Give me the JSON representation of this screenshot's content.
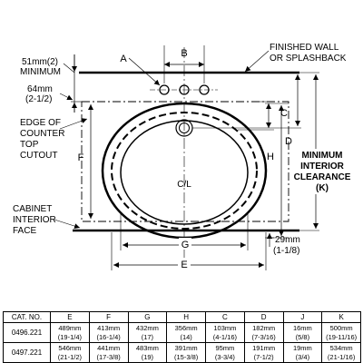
{
  "labels": {
    "a": "A",
    "b": "B",
    "c": "C",
    "d": "D",
    "e": "E",
    "f": "F",
    "g": "G",
    "h": "H",
    "k": "(K)",
    "cl": "C/L",
    "min_setback_1": "51mm(2)",
    "min_setback_2": "MINIMUM",
    "edge_offset_1": "64mm",
    "edge_offset_2": "(2-1/2)",
    "finished_wall_1": "FINISHED WALL",
    "finished_wall_2": "OR SPLASHBACK",
    "edge_cutout_1": "EDGE OF",
    "edge_cutout_2": "COUNTER",
    "edge_cutout_3": "TOP",
    "edge_cutout_4": "CUTOUT",
    "min_clearance_1": "MINIMUM",
    "min_clearance_2": "INTERIOR",
    "min_clearance_3": "CLEARANCE",
    "cabinet_face_1": "CABINET",
    "cabinet_face_2": "INTERIOR",
    "cabinet_face_3": "FACE",
    "cabinet_offset_1": "29mm",
    "cabinet_offset_2": "(1-1/8)"
  },
  "table": {
    "headers": [
      "CAT. NO.",
      "E",
      "F",
      "G",
      "H",
      "C",
      "D",
      "J",
      "K"
    ],
    "rows": [
      {
        "cat": "0496.221",
        "cells": [
          [
            "489mm",
            "(19-1/4)"
          ],
          [
            "413mm",
            "(16-1/4)"
          ],
          [
            "432mm",
            "(17)"
          ],
          [
            "356mm",
            "(14)"
          ],
          [
            "103mm",
            "(4-1/16)"
          ],
          [
            "182mm",
            "(7-3/16)"
          ],
          [
            "16mm",
            "(5/8)"
          ],
          [
            "500mm",
            "(19-11/16)"
          ]
        ]
      },
      {
        "cat": "0497.221",
        "cells": [
          [
            "546mm",
            "(21-1/2)"
          ],
          [
            "441mm",
            "(17-3/8)"
          ],
          [
            "483mm",
            "(19)"
          ],
          [
            "391mm",
            "(15-3/8)"
          ],
          [
            "95mm",
            "(3-3/4)"
          ],
          [
            "191mm",
            "(7-1/2)"
          ],
          [
            "19mm",
            "(3/4)"
          ],
          [
            "534mm",
            "(21-1/16)"
          ]
        ]
      }
    ]
  }
}
